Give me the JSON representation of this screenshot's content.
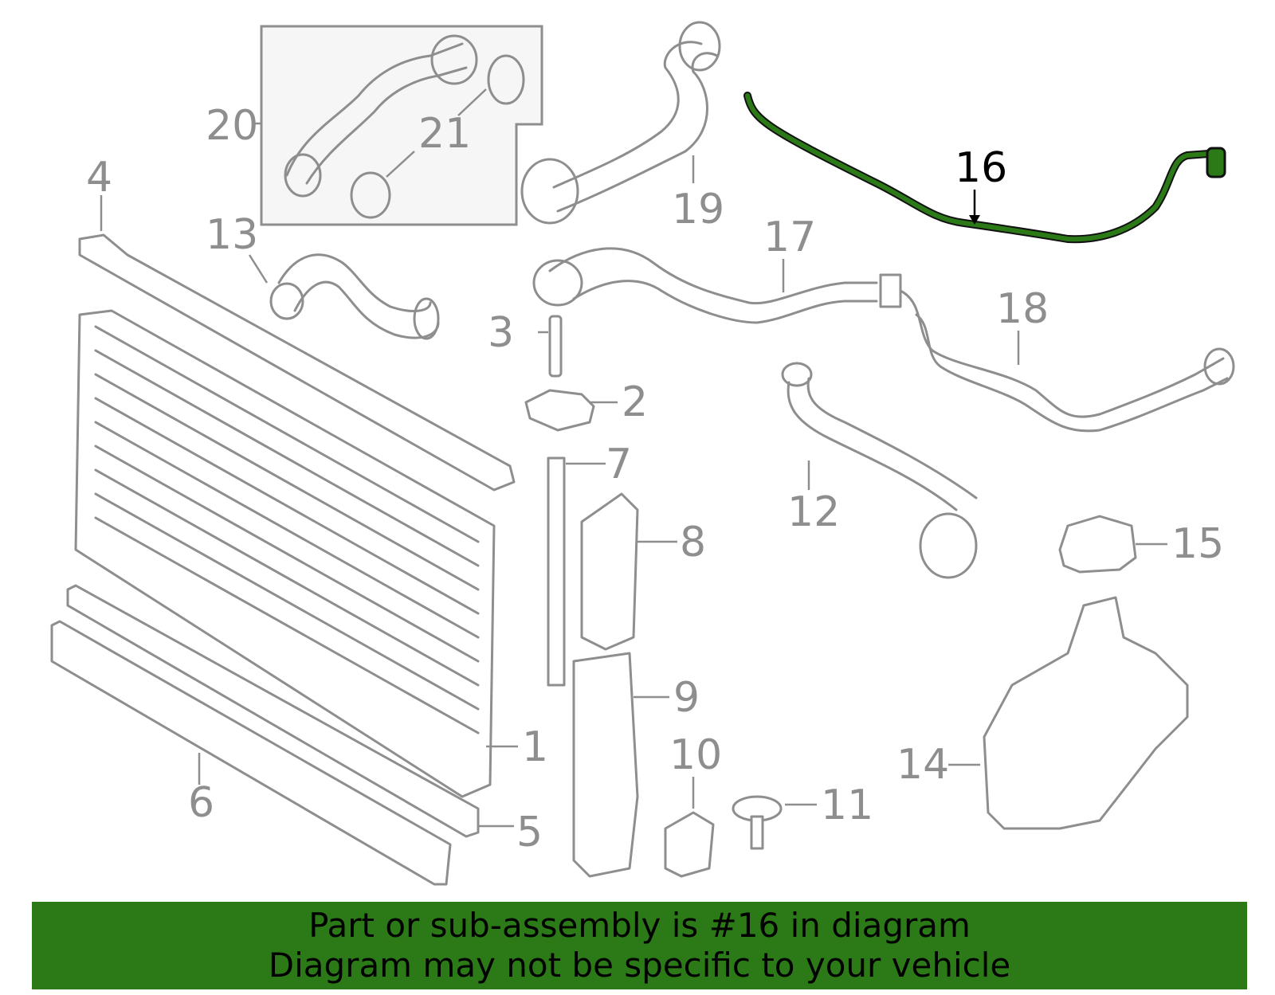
{
  "diagram": {
    "highlight_color": "#2b7a17",
    "highlighted_part": "16",
    "callouts": [
      "1",
      "2",
      "3",
      "4",
      "5",
      "6",
      "7",
      "8",
      "9",
      "10",
      "11",
      "12",
      "13",
      "14",
      "15",
      "16",
      "17",
      "18",
      "19",
      "20",
      "21"
    ]
  },
  "banner": {
    "line1": "Part or sub-assembly is #16 in diagram",
    "line2": "Diagram may not be specific to your vehicle",
    "background": "#2b7a17"
  }
}
